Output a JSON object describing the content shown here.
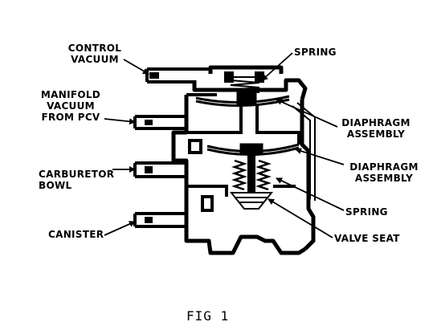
{
  "labels": {
    "control_vacuum": [
      "CONTROL",
      "VACUUM"
    ],
    "manifold_vacuum": [
      "MANIFOLD",
      "VACUUM",
      "FROM PCV"
    ],
    "carburetor_bowl": [
      "CARBURETOR",
      "BOWL"
    ],
    "canister": "CANISTER",
    "spring_top": "SPRING",
    "diaphragm_upper": [
      "DIAPHRAGM",
      "ASSEMBLY"
    ],
    "diaphragm_lower": [
      "DIAPHRAGM",
      "ASSEMBLY"
    ],
    "spring_lower": "SPRING",
    "valve_seat": "VALVE SEAT"
  },
  "caption": "FIG 1",
  "colors": {
    "ink": "#000000",
    "paper": "#ffffff"
  }
}
